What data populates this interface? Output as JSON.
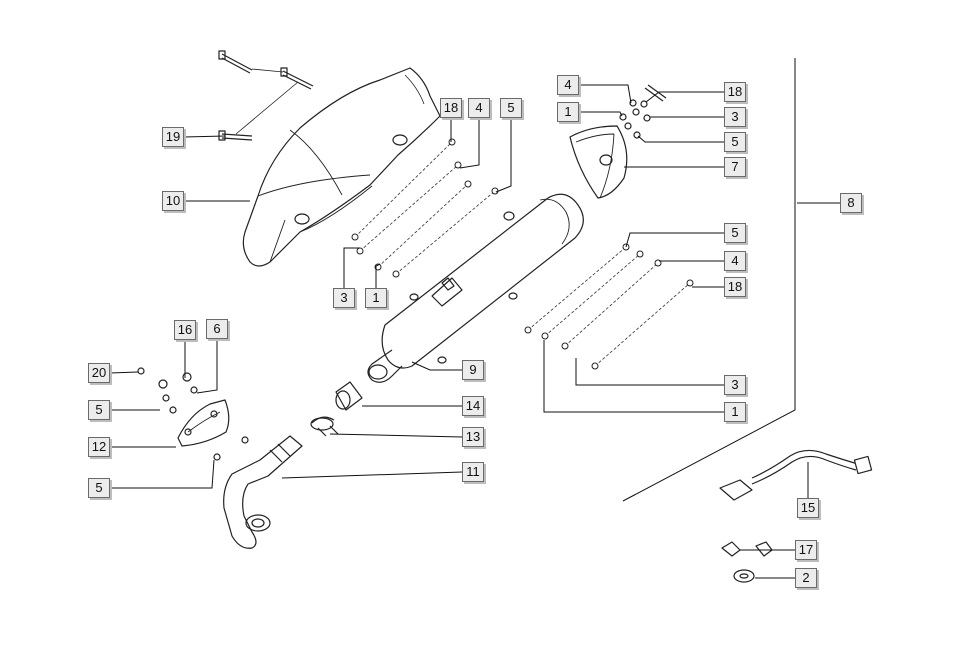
{
  "diagram": {
    "callouts": [
      {
        "id": "c19",
        "label": "19"
      },
      {
        "id": "c10",
        "label": "10"
      },
      {
        "id": "c18a",
        "label": "18"
      },
      {
        "id": "c4a",
        "label": "4"
      },
      {
        "id": "c5a",
        "label": "5"
      },
      {
        "id": "c3a",
        "label": "3"
      },
      {
        "id": "c1a",
        "label": "1"
      },
      {
        "id": "c4b",
        "label": "4"
      },
      {
        "id": "c1b",
        "label": "1"
      },
      {
        "id": "c18b",
        "label": "18"
      },
      {
        "id": "c3b",
        "label": "3"
      },
      {
        "id": "c5b",
        "label": "5"
      },
      {
        "id": "c7",
        "label": "7"
      },
      {
        "id": "c8",
        "label": "8"
      },
      {
        "id": "c5c",
        "label": "5"
      },
      {
        "id": "c4c",
        "label": "4"
      },
      {
        "id": "c18c",
        "label": "18"
      },
      {
        "id": "c3c",
        "label": "3"
      },
      {
        "id": "c1c",
        "label": "1"
      },
      {
        "id": "c16",
        "label": "16"
      },
      {
        "id": "c6",
        "label": "6"
      },
      {
        "id": "c20",
        "label": "20"
      },
      {
        "id": "c5d",
        "label": "5"
      },
      {
        "id": "c12",
        "label": "12"
      },
      {
        "id": "c5e",
        "label": "5"
      },
      {
        "id": "c9",
        "label": "9"
      },
      {
        "id": "c14",
        "label": "14"
      },
      {
        "id": "c13",
        "label": "13"
      },
      {
        "id": "c11",
        "label": "11"
      },
      {
        "id": "c15",
        "label": "15"
      },
      {
        "id": "c17",
        "label": "17"
      },
      {
        "id": "c2",
        "label": "2"
      }
    ]
  }
}
